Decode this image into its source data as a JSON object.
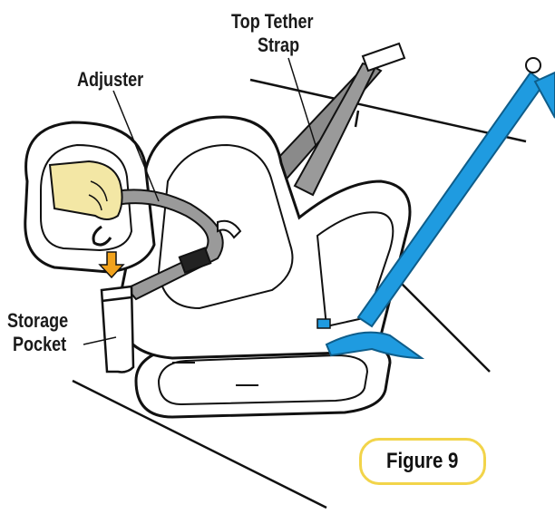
{
  "labels": {
    "top_tether_line1": "Top Tether",
    "top_tether_line2": "Strap",
    "adjuster": "Adjuster",
    "storage_line1": "Storage",
    "storage_line2": "Pocket"
  },
  "figure_label": "Figure 9",
  "colors": {
    "belt_blue": "#1f9be0",
    "belt_outline": "#0e5d8a",
    "tether_gray": "#8a8a8a",
    "hand_yellow": "#f3e7a5",
    "arrow_orange": "#f1a21c",
    "badge_border": "#f2d44a",
    "outline": "#111111"
  },
  "icons": {
    "hand": "hand-icon",
    "arrow": "arrow-down-icon"
  }
}
